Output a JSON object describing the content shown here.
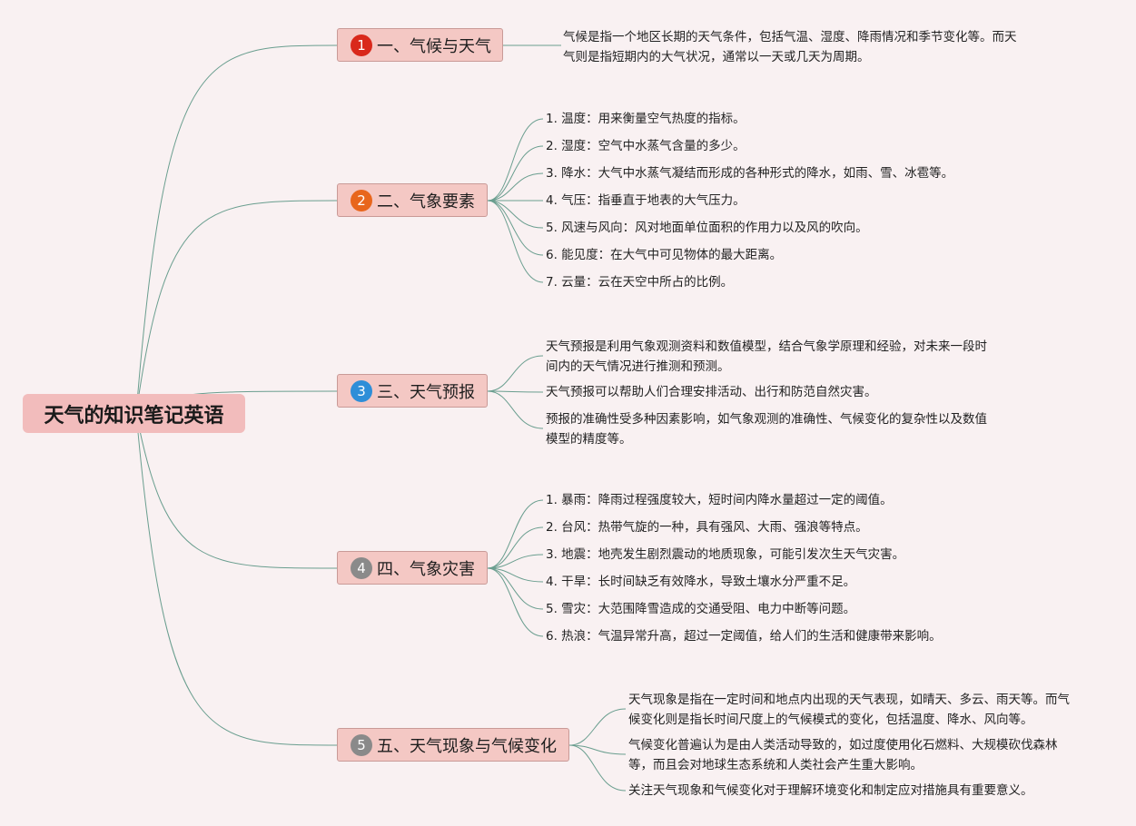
{
  "root": {
    "title": "天气的知识笔记英语"
  },
  "colors": {
    "line": "#6a9e8f",
    "badge_1": "#d9281b",
    "badge_2": "#e8661c",
    "badge_3": "#2e8ed8",
    "badge_4": "#8a8a8a",
    "badge_5": "#8a8a8a"
  },
  "branches": [
    {
      "num": "1",
      "label": "一、气候与天气",
      "items": [
        "气候是指一个地区长期的天气条件，包括气温、湿度、降雨情况和季节变化等。而天气则是指短期内的大气状况，通常以一天或几天为周期。"
      ]
    },
    {
      "num": "2",
      "label": "二、气象要素",
      "items": [
        "1. 温度：用来衡量空气热度的指标。",
        "2. 湿度：空气中水蒸气含量的多少。",
        "3. 降水：大气中水蒸气凝结而形成的各种形式的降水，如雨、雪、冰雹等。",
        "4. 气压：指垂直于地表的大气压力。",
        "5. 风速与风向：风对地面单位面积的作用力以及风的吹向。",
        "6. 能见度：在大气中可见物体的最大距离。",
        "7. 云量：云在天空中所占的比例。"
      ]
    },
    {
      "num": "3",
      "label": "三、天气预报",
      "items": [
        "天气预报是利用气象观测资料和数值模型，结合气象学原理和经验，对未来一段时间内的天气情况进行推测和预测。",
        "天气预报可以帮助人们合理安排活动、出行和防范自然灾害。",
        "预报的准确性受多种因素影响，如气象观测的准确性、气候变化的复杂性以及数值模型的精度等。"
      ]
    },
    {
      "num": "4",
      "label": "四、气象灾害",
      "items": [
        "1. 暴雨：降雨过程强度较大，短时间内降水量超过一定的阈值。",
        "2. 台风：热带气旋的一种，具有强风、大雨、强浪等特点。",
        "3. 地震：地壳发生剧烈震动的地质现象，可能引发次生天气灾害。",
        "4. 干旱：长时间缺乏有效降水，导致土壤水分严重不足。",
        "5. 雪灾：大范围降雪造成的交通受阻、电力中断等问题。",
        "6. 热浪：气温异常升高，超过一定阈值，给人们的生活和健康带来影响。"
      ]
    },
    {
      "num": "5",
      "label": "五、天气现象与气候变化",
      "items": [
        "天气现象是指在一定时间和地点内出现的天气表现，如晴天、多云、雨天等。而气候变化则是指长时间尺度上的气候模式的变化，包括温度、降水、风向等。",
        "气候变化普遍认为是由人类活动导致的，如过度使用化石燃料、大规模砍伐森林等，而且会对地球生态系统和人类社会产生重大影响。",
        "关注天气现象和气候变化对于理解环境变化和制定应对措施具有重要意义。"
      ]
    }
  ]
}
